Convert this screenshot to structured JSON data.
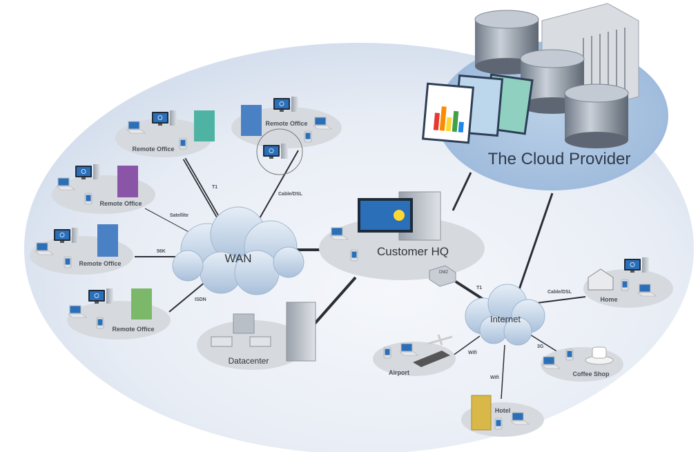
{
  "diagram": {
    "cloud_provider": {
      "label": "The Cloud Provider"
    },
    "hubs": {
      "wan": "WAN",
      "internet": "Internet",
      "customer_hq": "Customer HQ",
      "datacenter": "Datacenter",
      "dmz": "DMZ"
    },
    "remote_offices": [
      {
        "label": "Remote Office",
        "link": "T1"
      },
      {
        "label": "Remote Office",
        "link": "Cable/DSL"
      },
      {
        "label": "Remote Office",
        "link": "Satellite"
      },
      {
        "label": "Remote Office",
        "link": "56K"
      },
      {
        "label": "Remote Office",
        "link": "ISDN"
      }
    ],
    "internet_sites": [
      {
        "label": "Home",
        "link": "Cable/DSL"
      },
      {
        "label": "Coffee Shop",
        "link": "3G"
      },
      {
        "label": "Hotel",
        "link": "Wifi"
      },
      {
        "label": "Airport",
        "link": "Wifi"
      }
    ],
    "dmz_link": "T1",
    "colors": {
      "background": "#e3e9f3",
      "cloud_provider": "#a7c1df",
      "node": "#d6d9de",
      "cloud": "#c3d4e6",
      "screen": "#2a6fb8",
      "line": "#2b2e33"
    }
  }
}
